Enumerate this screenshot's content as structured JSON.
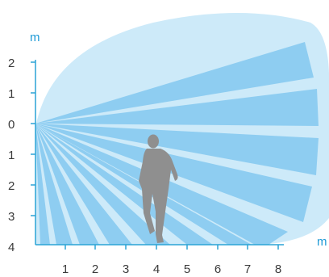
{
  "units": {
    "vertical": "m",
    "horizontal": "m"
  },
  "y_axis": {
    "tick_labels": [
      "2",
      "1",
      "0",
      "1",
      "2",
      "3",
      "4"
    ]
  },
  "x_axis": {
    "tick_labels": [
      "1",
      "2",
      "3",
      "4",
      "5",
      "6",
      "7",
      "8"
    ]
  },
  "colors": {
    "detection_area": "#cdeaf9",
    "zone_beam": "#8ecdf1",
    "axis": "#2aa3d6",
    "unit_label": "#1e9ad6",
    "tick_text": "#3a3a3a",
    "figure": "#8f8f8f"
  },
  "icons": {
    "person": "walking-person-icon"
  }
}
